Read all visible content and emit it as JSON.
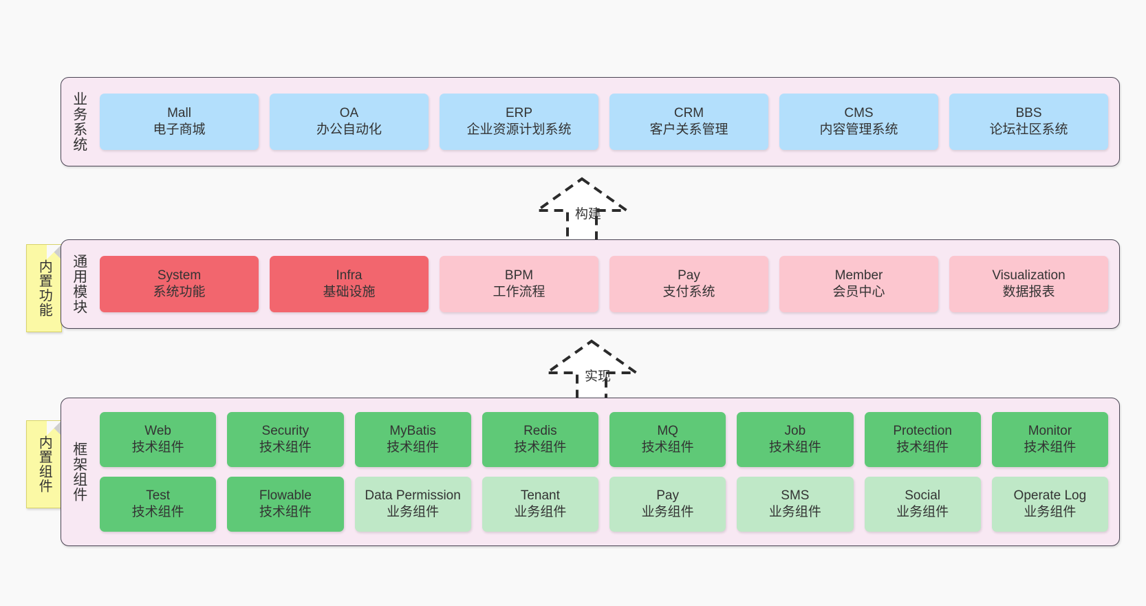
{
  "diagram": {
    "background": "#f9f9f9",
    "panel_fill": "#f8e8f3",
    "panel_stroke": "#4a4453",
    "sticky_fill": "#fbf9a5"
  },
  "layers": [
    {
      "id": "business",
      "title": "业务系统",
      "rows": [
        {
          "items": [
            {
              "en": "Mall",
              "cn": "电子商城",
              "color": "#b3dffc",
              "variant": "c-blue"
            },
            {
              "en": "OA",
              "cn": "办公自动化",
              "color": "#b3dffc",
              "variant": "c-blue"
            },
            {
              "en": "ERP",
              "cn": "企业资源计划系统",
              "color": "#b3dffc",
              "variant": "c-blue"
            },
            {
              "en": "CRM",
              "cn": "客户关系管理",
              "color": "#b3dffc",
              "variant": "c-blue"
            },
            {
              "en": "CMS",
              "cn": "内容管理系统",
              "color": "#b3dffc",
              "variant": "c-blue"
            },
            {
              "en": "BBS",
              "cn": "论坛社区系统",
              "color": "#b3dffc",
              "variant": "c-blue"
            }
          ]
        }
      ]
    },
    {
      "id": "common-module",
      "title": "通用模块",
      "sticky": "内置功能",
      "rows": [
        {
          "items": [
            {
              "en": "System",
              "cn": "系统功能",
              "color": "#f2666e",
              "variant": "c-red"
            },
            {
              "en": "Infra",
              "cn": "基础设施",
              "color": "#f2666e",
              "variant": "c-red"
            },
            {
              "en": "BPM",
              "cn": "工作流程",
              "color": "#fcc6cf",
              "variant": "c-pink"
            },
            {
              "en": "Pay",
              "cn": "支付系统",
              "color": "#fcc6cf",
              "variant": "c-pink"
            },
            {
              "en": "Member",
              "cn": "会员中心",
              "color": "#fcc6cf",
              "variant": "c-pink"
            },
            {
              "en": "Visualization",
              "cn": "数据报表",
              "color": "#fcc6cf",
              "variant": "c-pink"
            }
          ]
        }
      ]
    },
    {
      "id": "framework",
      "title": "框架组件",
      "sticky": "内置组件",
      "rows": [
        {
          "items": [
            {
              "en": "Web",
              "cn": "技术组件",
              "color": "#5fc977",
              "variant": "c-green"
            },
            {
              "en": "Security",
              "cn": "技术组件",
              "color": "#5fc977",
              "variant": "c-green"
            },
            {
              "en": "MyBatis",
              "cn": "技术组件",
              "color": "#5fc977",
              "variant": "c-green"
            },
            {
              "en": "Redis",
              "cn": "技术组件",
              "color": "#5fc977",
              "variant": "c-green"
            },
            {
              "en": "MQ",
              "cn": "技术组件",
              "color": "#5fc977",
              "variant": "c-green"
            },
            {
              "en": "Job",
              "cn": "技术组件",
              "color": "#5fc977",
              "variant": "c-green"
            },
            {
              "en": "Protection",
              "cn": "技术组件",
              "color": "#5fc977",
              "variant": "c-green"
            },
            {
              "en": "Monitor",
              "cn": "技术组件",
              "color": "#5fc977",
              "variant": "c-green"
            }
          ]
        },
        {
          "items": [
            {
              "en": "Test",
              "cn": "技术组件",
              "color": "#5fc977",
              "variant": "c-green"
            },
            {
              "en": "Flowable",
              "cn": "技术组件",
              "color": "#5fc977",
              "variant": "c-green"
            },
            {
              "en": "Data Permission",
              "cn": "业务组件",
              "color": "#bfe8c7",
              "variant": "c-lightgreen"
            },
            {
              "en": "Tenant",
              "cn": "业务组件",
              "color": "#bfe8c7",
              "variant": "c-lightgreen"
            },
            {
              "en": "Pay",
              "cn": "业务组件",
              "color": "#bfe8c7",
              "variant": "c-lightgreen"
            },
            {
              "en": "SMS",
              "cn": "业务组件",
              "color": "#bfe8c7",
              "variant": "c-lightgreen"
            },
            {
              "en": "Social",
              "cn": "业务组件",
              "color": "#bfe8c7",
              "variant": "c-lightgreen"
            },
            {
              "en": "Operate Log",
              "cn": "业务组件",
              "color": "#bfe8c7",
              "variant": "c-lightgreen"
            }
          ]
        }
      ]
    }
  ],
  "connectors": [
    {
      "id": "build",
      "label": "构建"
    },
    {
      "id": "implement",
      "label": "实现"
    }
  ]
}
